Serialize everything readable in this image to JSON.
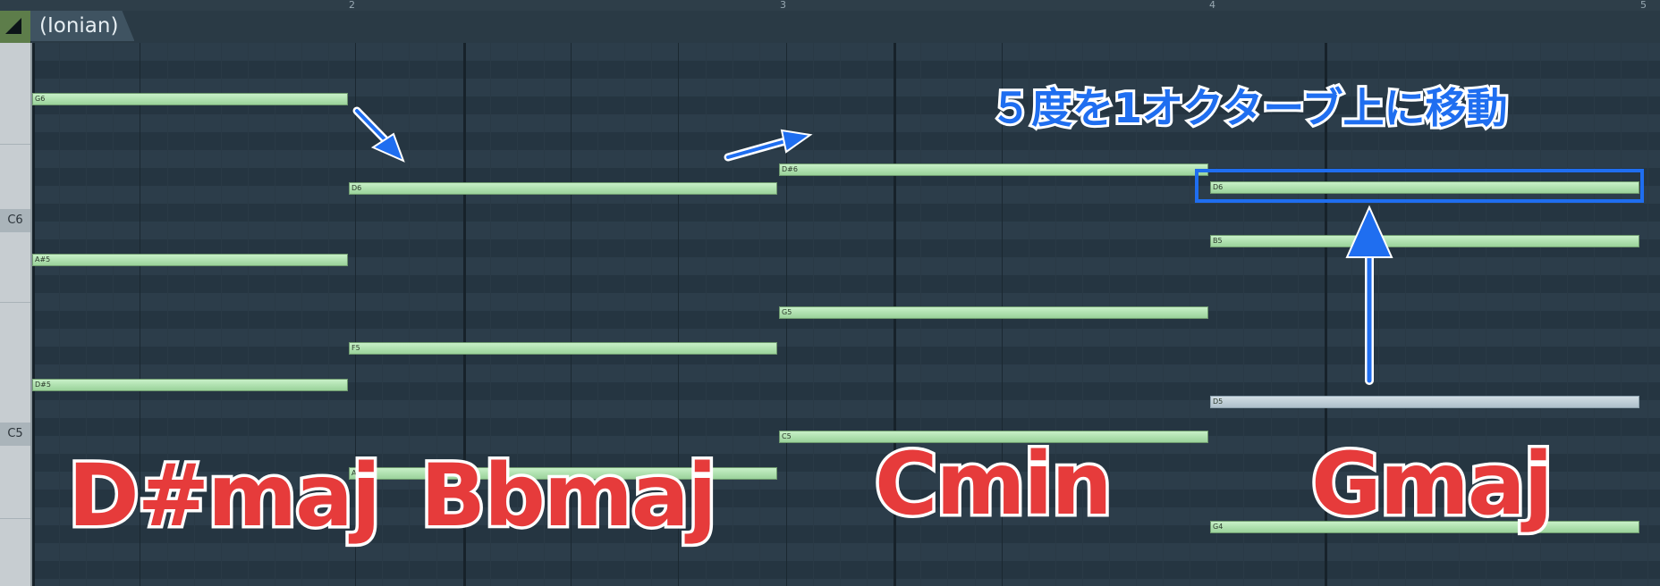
{
  "header": {
    "scale_label": "(Ionian)",
    "ruler_marks": [
      "2",
      "3",
      "4",
      "5"
    ]
  },
  "keyboard": {
    "c_labels": [
      "C6",
      "C5"
    ]
  },
  "notes": [
    {
      "label": "G6"
    },
    {
      "label": "A#5"
    },
    {
      "label": "D#5"
    },
    {
      "label": "D6"
    },
    {
      "label": "F5"
    },
    {
      "label": "A#4"
    },
    {
      "label": "D#6"
    },
    {
      "label": "G5"
    },
    {
      "label": "C5"
    },
    {
      "label": "D6"
    },
    {
      "label": "B5"
    },
    {
      "label": "D5"
    },
    {
      "label": "G4"
    }
  ],
  "chords": [
    "D#maj",
    "Bbmaj",
    "Cmin",
    "Gmaj"
  ],
  "annotation": {
    "text": "５度を1オクターブ上に移動"
  },
  "colors": {
    "note": "#b4e5b4",
    "ghost_note": "#c0d0da",
    "chord_text": "#e63b3b",
    "annotation": "#1f6ef0"
  }
}
